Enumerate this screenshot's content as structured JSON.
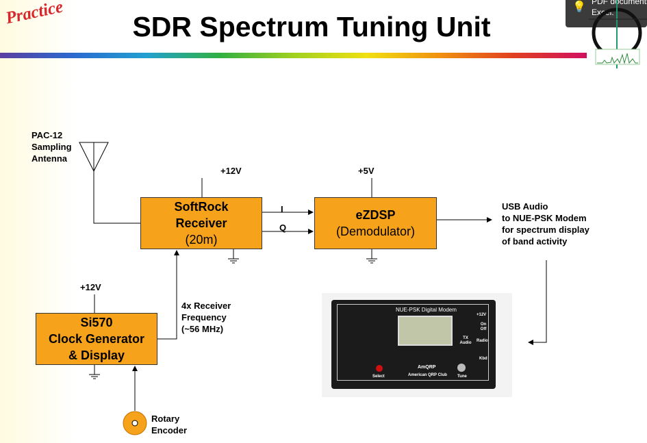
{
  "slide": {
    "tag": "Practice",
    "title": "SDR Spectrum Tuning Unit"
  },
  "notification": {
    "line1": "PDF documents",
    "line2": "Excel.",
    "icon": "lightbulb-icon"
  },
  "antenna": {
    "label": [
      "PAC-12",
      "Sampling",
      "Antenna"
    ]
  },
  "softrock": {
    "line1": "SoftRock",
    "line2": "Receiver",
    "line3": "(20m)",
    "power": "+12V"
  },
  "signals": {
    "i": "I",
    "q": "Q"
  },
  "ezdsp": {
    "line1": "eZDSP",
    "line2": "(Demodulator)",
    "power": "+5V"
  },
  "output": {
    "label": [
      "USB Audio",
      "to NUE-PSK Modem",
      "for spectrum display",
      "of band activity"
    ]
  },
  "si570": {
    "line1": "Si570",
    "line2": "Clock Generator",
    "line3": "& Display",
    "power": "+12V"
  },
  "clock_signal": {
    "label": [
      "4x Receiver",
      "Frequency",
      "(~56 MHz)"
    ]
  },
  "encoder": {
    "label": [
      "Rotary",
      "Encoder"
    ]
  },
  "modem_photo": {
    "title": "NUE-PSK Digital Modem",
    "v12": "+12V",
    "onoff": "On Off",
    "radio": "Radio",
    "kbd": "Kbd",
    "txaudio": "TX Audio",
    "select": "Select",
    "brand": "AmQRP",
    "club": "American QRP Club",
    "tune": "Tune"
  },
  "colors": {
    "box": "#f7a21b",
    "practice": "#d8262a"
  }
}
